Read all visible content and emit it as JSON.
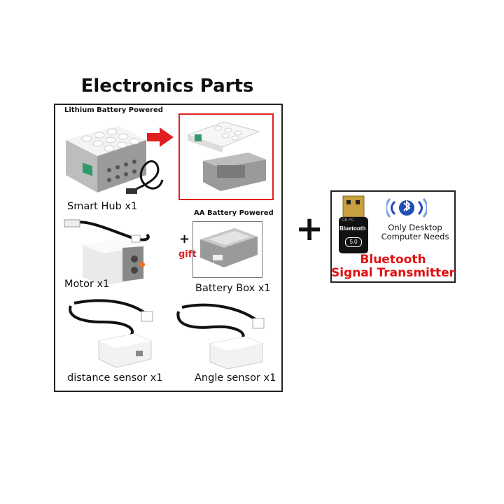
{
  "title": "Electronics Parts",
  "lithium_label": "Lithium Battery Powered",
  "aa_label": "AA Battery Powered",
  "gift_label": "gift",
  "plus_small": "+",
  "plus_big": "+",
  "parts": {
    "smart_hub": "Smart Hub x1",
    "motor": "Motor x1",
    "battery_box": "Battery Box x1",
    "distance_sensor": "distance sensor x1",
    "angle_sensor": "Angle sensor x1"
  },
  "bluetooth": {
    "dongle_label": "Bluetooth",
    "dongle_version": "5.0",
    "certs": "CE FC",
    "note_line1": "Only Desktop",
    "note_line2": "Computer Needs",
    "title_line1": "Bluetooth",
    "title_line2": "Signal Transmitter"
  },
  "colors": {
    "accent_red": "#e02020",
    "text": "#111111",
    "blue_icon": "#1f4fb4"
  }
}
